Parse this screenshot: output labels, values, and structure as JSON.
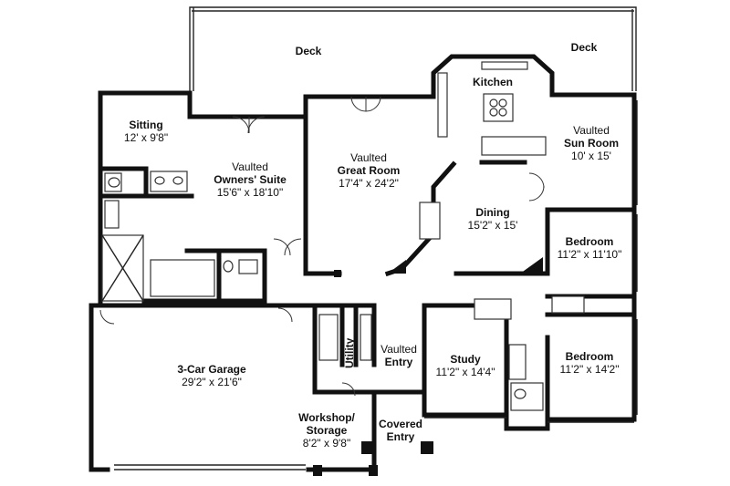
{
  "rooms": {
    "deck_left": {
      "name": "Deck"
    },
    "deck_right": {
      "name": "Deck"
    },
    "kitchen": {
      "name": "Kitchen"
    },
    "sitting": {
      "name": "Sitting",
      "dims": "12' x 9'8\""
    },
    "owners_suite": {
      "vaulted": "Vaulted",
      "name": "Owners' Suite",
      "dims": "15'6\" x 18'10\""
    },
    "great_room": {
      "vaulted": "Vaulted",
      "name": "Great Room",
      "dims": "17'4\" x 24'2\""
    },
    "sun_room": {
      "vaulted": "Vaulted",
      "name": "Sun Room",
      "dims": "10' x 15'"
    },
    "dining": {
      "name": "Dining",
      "dims": "15'2\" x 15'"
    },
    "bedroom_1": {
      "name": "Bedroom",
      "dims": "11'2\" x 11'10\""
    },
    "bedroom_2": {
      "name": "Bedroom",
      "dims": "11'2\" x 14'2\""
    },
    "garage": {
      "name": "3-Car Garage",
      "dims": "29'2\" x 21'6\""
    },
    "utility": {
      "name": "Utility"
    },
    "entry": {
      "vaulted": "Vaulted",
      "name": "Entry"
    },
    "study": {
      "name": "Study",
      "dims": "11'2\" x 14'4\""
    },
    "workshop": {
      "name": "Workshop/ Storage",
      "dims": "8'2\" x 9'8\""
    },
    "covered_entry": {
      "name": "Covered Entry"
    }
  }
}
